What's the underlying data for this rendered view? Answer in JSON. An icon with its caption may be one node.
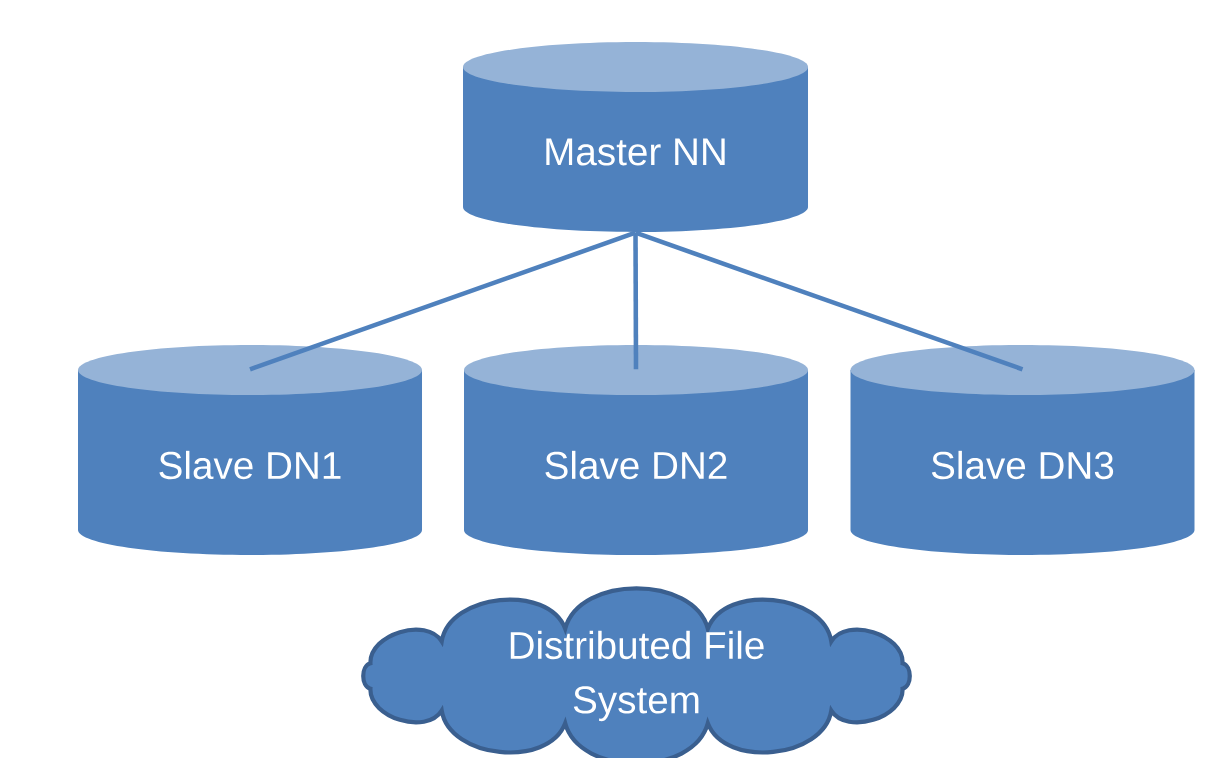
{
  "diagram": {
    "nodes": [
      {
        "text": [
          "Master NN"
        ]
      },
      {
        "text": [
          "Slave DN1"
        ]
      },
      {
        "text": [
          "Slave DN2"
        ]
      },
      {
        "text": [
          "Slave DN3"
        ]
      },
      {
        "text": [
          "Distributed File System"
        ]
      }
    ],
    "edges": [
      {
        "from": 0,
        "to": 1,
        "arrow": "none"
      },
      {
        "from": 0,
        "to": 2,
        "arrow": "none"
      },
      {
        "from": 0,
        "to": 3,
        "arrow": "none"
      }
    ]
  }
}
